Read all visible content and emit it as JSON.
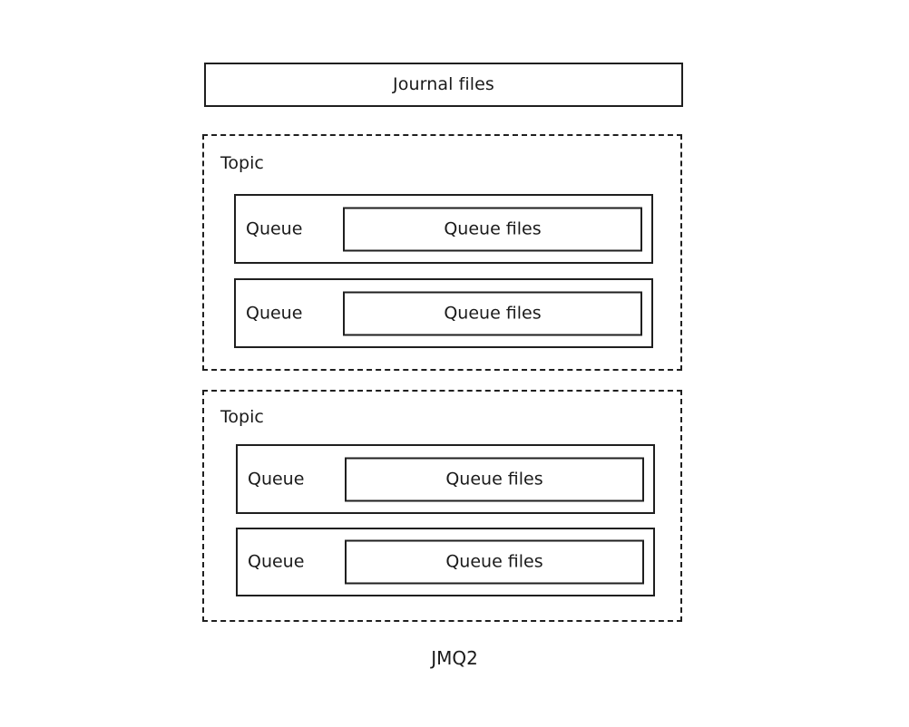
{
  "diagram": {
    "caption": "JMQ2",
    "journal": {
      "label": "Journal files"
    },
    "topics": [
      {
        "label": "Topic",
        "queues": [
          {
            "label": "Queue",
            "files_label": "Queue files"
          },
          {
            "label": "Queue",
            "files_label": "Queue files"
          }
        ]
      },
      {
        "label": "Topic",
        "queues": [
          {
            "label": "Queue",
            "files_label": "Queue files"
          },
          {
            "label": "Queue",
            "files_label": "Queue files"
          }
        ]
      }
    ],
    "colors": {
      "stroke": "#1f1f1f",
      "text": "#1a1a1a",
      "background": "#ffffff"
    }
  }
}
